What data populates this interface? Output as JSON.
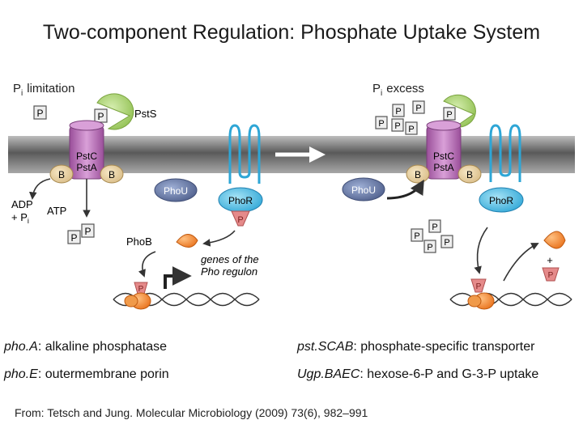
{
  "title": "Two-component Regulation: Phosphate Uptake System",
  "diagram": {
    "left_label": "limitation",
    "right_label": "excess",
    "pi_symbol": "P",
    "pi_sub": "i",
    "phosphate": "P",
    "pst_s": "PstS",
    "pst_c": "PstC",
    "pst_a": "PstA",
    "b_subunit": "B",
    "pho_u": "PhoU",
    "pho_r": "PhoR",
    "pho_b": "PhoB",
    "adp": "ADP",
    "plus_pi": "+ P",
    "atp": "ATP",
    "plus": "+",
    "genes_line1": "genes of the",
    "genes_line2": "Pho regulon"
  },
  "captions": [
    {
      "gene": "pho.A",
      "desc": ": alkaline phosphatase"
    },
    {
      "gene": "pst.SCAB",
      "desc": ": phosphate-specific transporter"
    },
    {
      "gene": "pho.E",
      "desc": ": outermembrane porin"
    },
    {
      "gene": "Ugp.BAEC",
      "desc": ": hexose-6-P and G-3-P uptake"
    }
  ],
  "source": "From: Tetsch and Jung. Molecular Microbiology (2009) 73(6), 982–991",
  "colors": {
    "membrane": "#6a6a6a",
    "pst_s": "#a6cf6a",
    "pst_ca": "#c07bbf",
    "b_subunit": "#e6cfa0",
    "pho_u": "#5f6f98",
    "pho_r": "#4eb8e0",
    "pho_b": "#f07f22",
    "phospho": "#e58a8a",
    "dna": "#333333"
  }
}
